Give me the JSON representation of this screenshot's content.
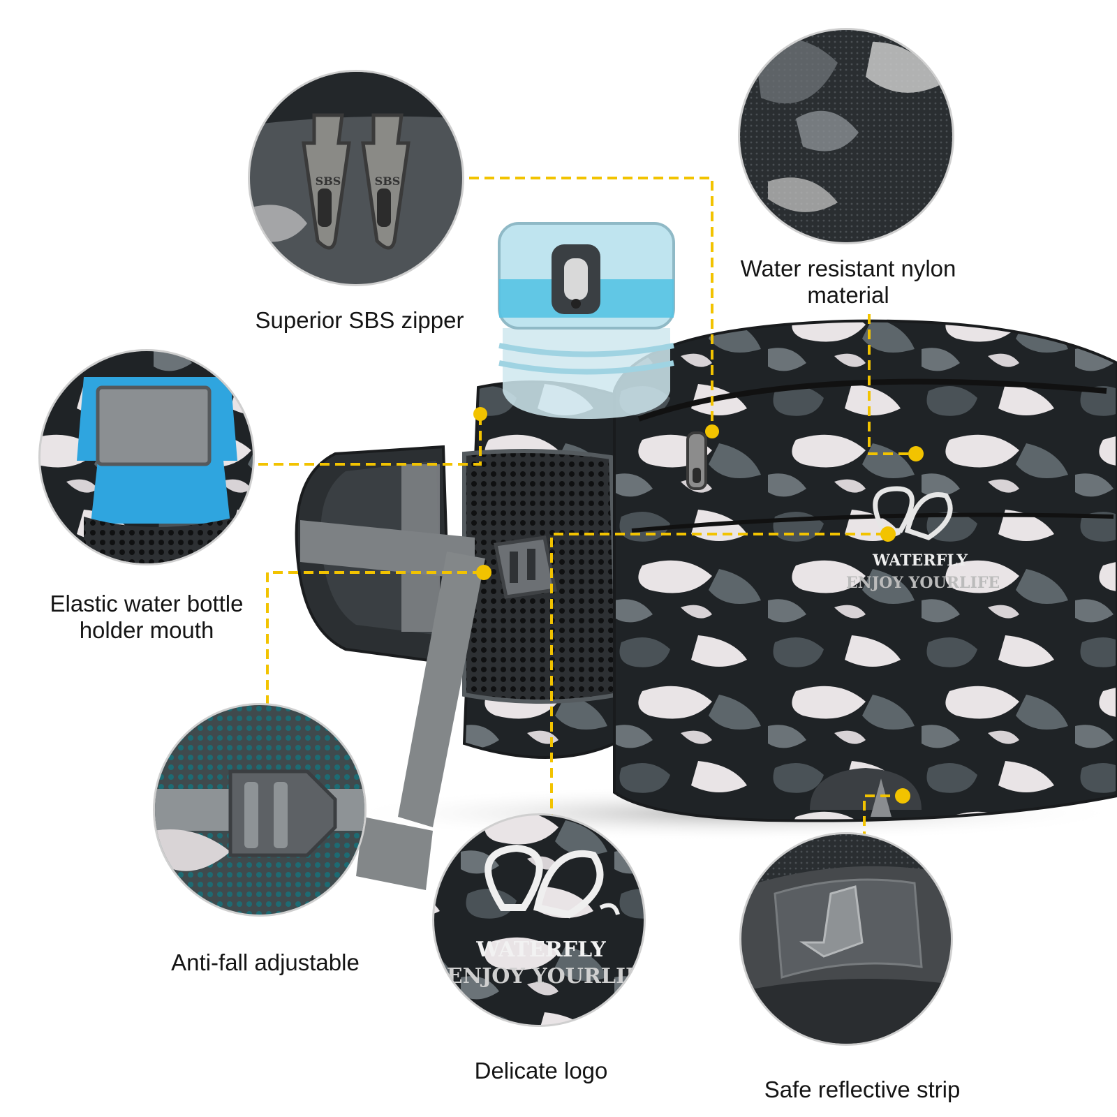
{
  "callouts": {
    "zipper": "Superior SBS zipper",
    "nylon_line1": "Water resistant nylon",
    "nylon_line2": "material",
    "bottle_line1": "Elastic water bottle",
    "bottle_line2": "holder mouth",
    "anti_fall": "Anti-fall adjustable",
    "logo": "Delicate logo",
    "reflective": "Safe reflective strip"
  },
  "brand": {
    "name": "WATERFLY",
    "slogan": "ENJOY YOURLIFE",
    "zipper_mark": "SBS"
  },
  "colors": {
    "leader_line": "#f2c300",
    "camo_dark": "#1f2326",
    "camo_mid": "#4a5257",
    "camo_light": "#e9e4e6",
    "strap_gray": "#7d8184",
    "bottle_blue": "#57c3e3"
  }
}
